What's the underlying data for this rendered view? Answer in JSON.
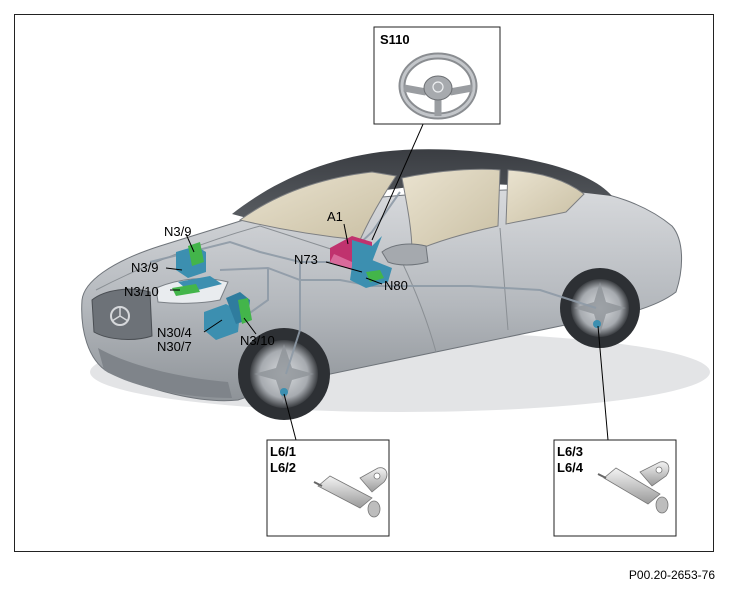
{
  "diagram": {
    "document_id": "P00.20-2653-76",
    "labels": {
      "s110": "S110",
      "a1": "A1",
      "n73": "N73",
      "n80": "N80",
      "n3_9_top": "N3/9",
      "n3_9": "N3/9",
      "n3_10_left": "N3/10",
      "n30_4": "N30/4",
      "n30_7": "N30/7",
      "n3_10_right": "N3/10",
      "l6_1": "L6/1",
      "l6_2": "L6/2",
      "l6_3": "L6/3",
      "l6_4": "L6/4"
    },
    "colors": {
      "car_body": "#b9bcc0",
      "component_blue": "#3c8fb0",
      "component_green": "#43b54a",
      "component_magenta": "#c0326e",
      "wiring": "#8e9aa6",
      "leader": "#000000"
    }
  }
}
